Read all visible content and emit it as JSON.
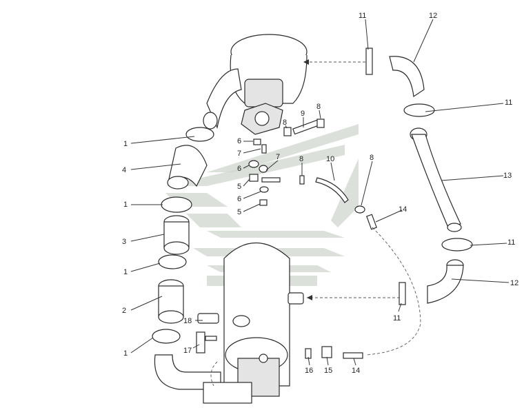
{
  "colors": {
    "watermark": "#cfd6cf",
    "line": "#333333",
    "background": "#ffffff"
  },
  "labels": [
    {
      "id": "l11a",
      "text": "11"
    },
    {
      "id": "l12a",
      "text": "12"
    },
    {
      "id": "l11b",
      "text": "11"
    },
    {
      "id": "l13",
      "text": "13"
    },
    {
      "id": "l11c",
      "text": "11"
    },
    {
      "id": "l12b",
      "text": "12"
    },
    {
      "id": "l11d",
      "text": "11"
    },
    {
      "id": "l14a",
      "text": "14"
    },
    {
      "id": "l14b",
      "text": "14"
    },
    {
      "id": "l15",
      "text": "15"
    },
    {
      "id": "l16",
      "text": "16"
    },
    {
      "id": "l17",
      "text": "17"
    },
    {
      "id": "l18",
      "text": "18"
    },
    {
      "id": "l1a",
      "text": "1"
    },
    {
      "id": "l4",
      "text": "4"
    },
    {
      "id": "l1b",
      "text": "1"
    },
    {
      "id": "l3",
      "text": "3"
    },
    {
      "id": "l1c",
      "text": "1"
    },
    {
      "id": "l2",
      "text": "2"
    },
    {
      "id": "l1d",
      "text": "1"
    },
    {
      "id": "l9",
      "text": "9"
    },
    {
      "id": "l8a",
      "text": "8"
    },
    {
      "id": "l8b",
      "text": "8"
    },
    {
      "id": "l6a",
      "text": "6"
    },
    {
      "id": "l7a",
      "text": "7"
    },
    {
      "id": "l6b",
      "text": "6"
    },
    {
      "id": "l7b",
      "text": "7"
    },
    {
      "id": "l5a",
      "text": "5"
    },
    {
      "id": "l6c",
      "text": "6"
    },
    {
      "id": "l5b",
      "text": "5"
    },
    {
      "id": "l8c",
      "text": "8"
    },
    {
      "id": "l10",
      "text": "10"
    },
    {
      "id": "l8d",
      "text": "8"
    }
  ]
}
